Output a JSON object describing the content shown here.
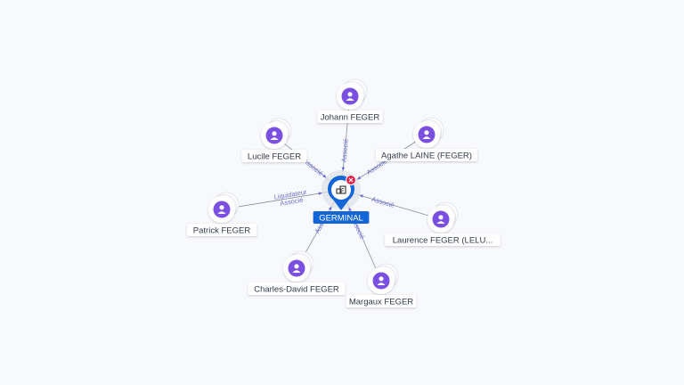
{
  "center": {
    "label": "GERMINAL",
    "icon": "building-icon",
    "badge_icon": "close-icon",
    "color": "#1466d8",
    "badge_color": "#e0244a"
  },
  "person_icon": "person-icon",
  "person_color": "#7b4fe0",
  "edge_color": "#6a6fd1",
  "persons": [
    {
      "name": "Johann FEGER",
      "links": [
        "Associé"
      ]
    },
    {
      "name": "Lucile FEGER",
      "links": [
        "Associé"
      ]
    },
    {
      "name": "Agathe LAINE (FEGER)",
      "links": [
        "Associé"
      ]
    },
    {
      "name": "Patrick FEGER",
      "links": [
        "Liquidateur",
        "Associé"
      ]
    },
    {
      "name": "Laurence FEGER (LELU...",
      "links": [
        "Associé"
      ]
    },
    {
      "name": "Charles-David FEGER",
      "links": [
        "Associé"
      ]
    },
    {
      "name": "Margaux FEGER",
      "links": [
        "Associé"
      ]
    }
  ]
}
